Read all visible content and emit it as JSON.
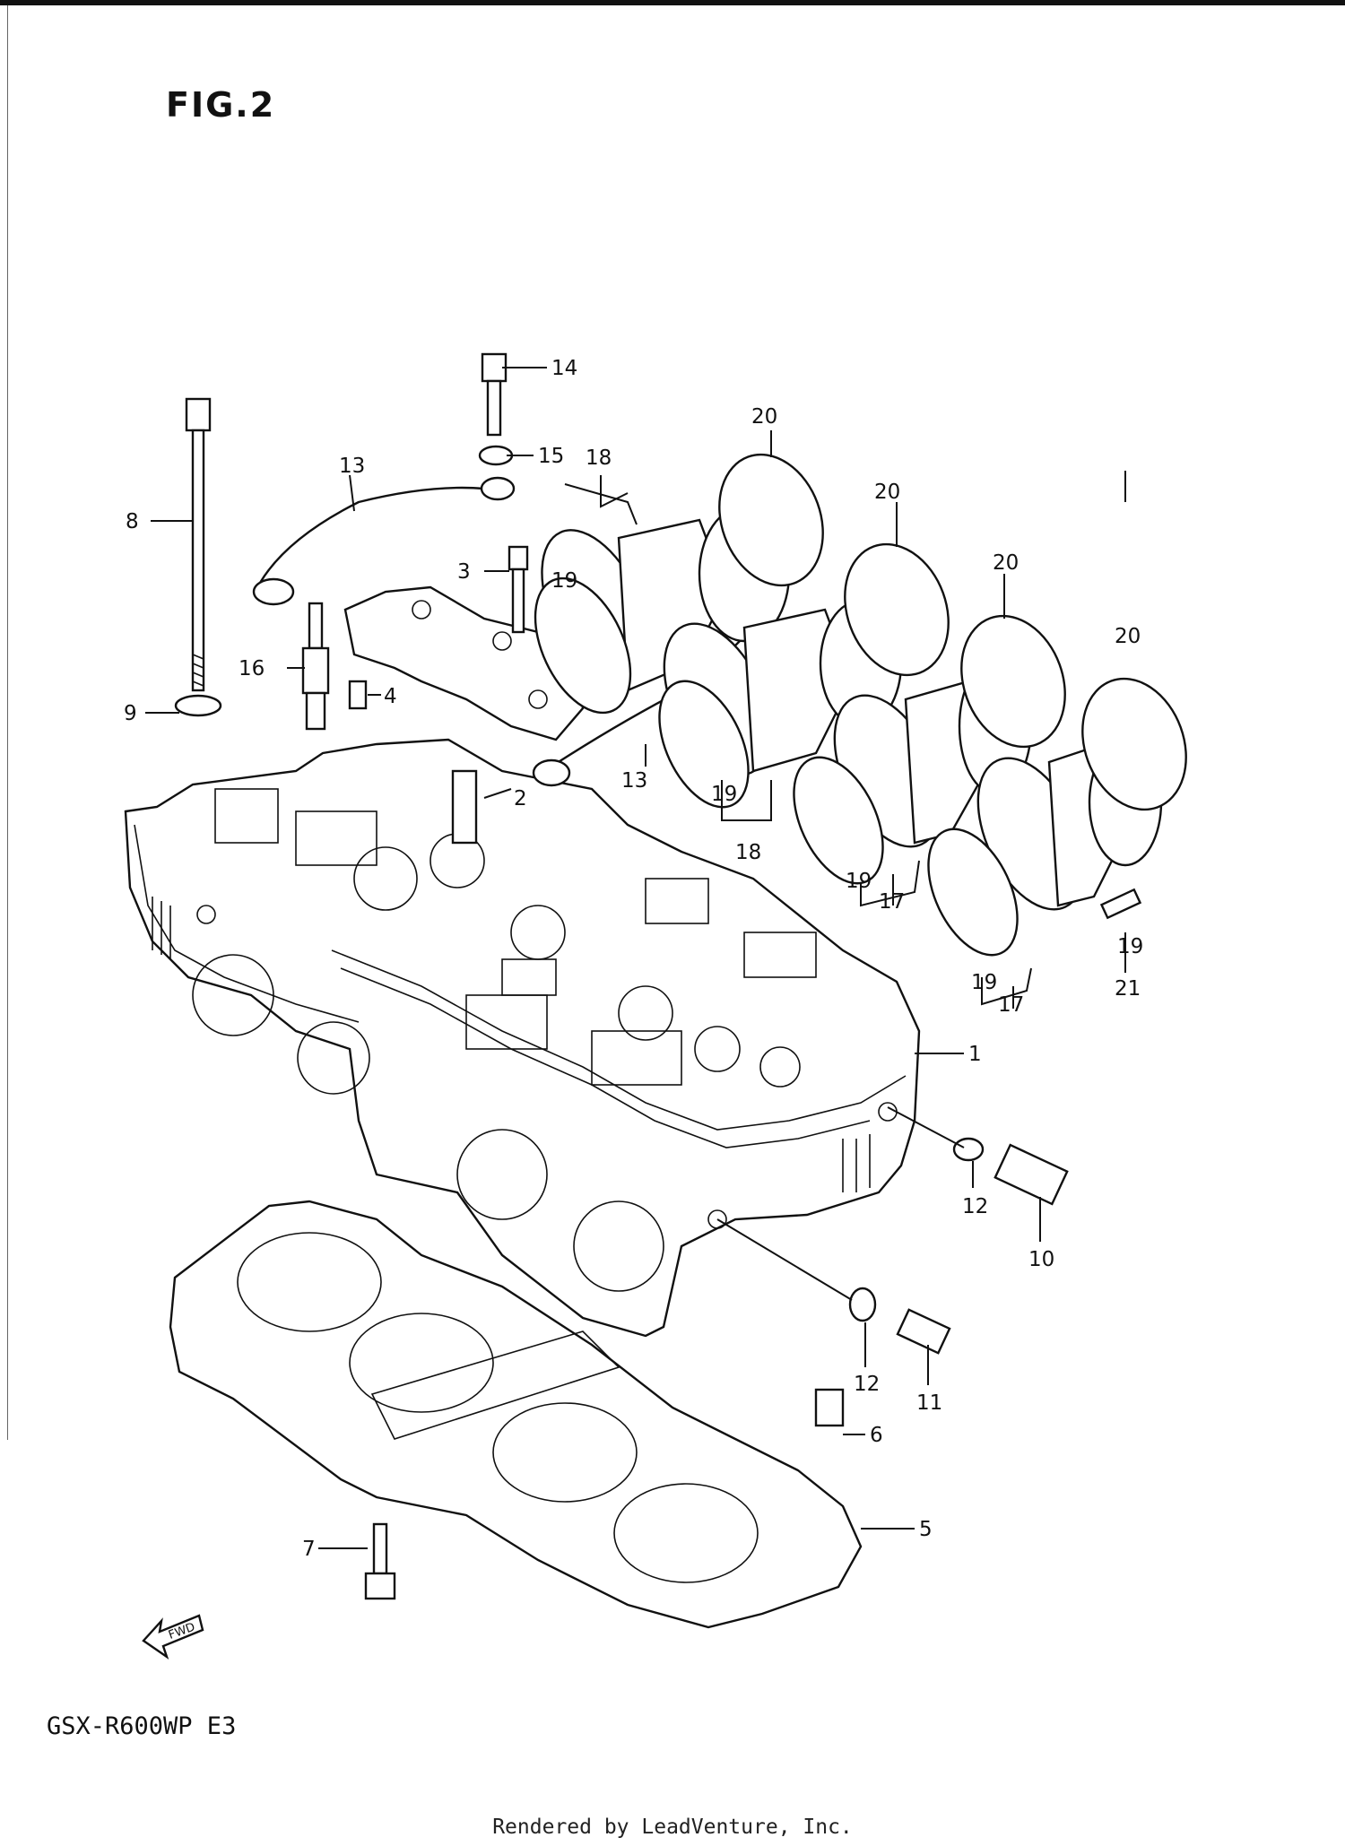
{
  "figure": {
    "title": "FIG.2",
    "model": "GSX-R600WP  E3",
    "credit": "Rendered by LeadVenture, Inc.",
    "fwd_label": "FWD"
  },
  "callouts": [
    "1",
    "2",
    "3",
    "4",
    "5",
    "6",
    "7",
    "8",
    "9",
    "10",
    "11",
    "12",
    "12",
    "13",
    "13",
    "14",
    "15",
    "16",
    "17",
    "17",
    "18",
    "18",
    "19",
    "19",
    "19",
    "19",
    "19",
    "20",
    "20",
    "20",
    "20",
    "21"
  ]
}
